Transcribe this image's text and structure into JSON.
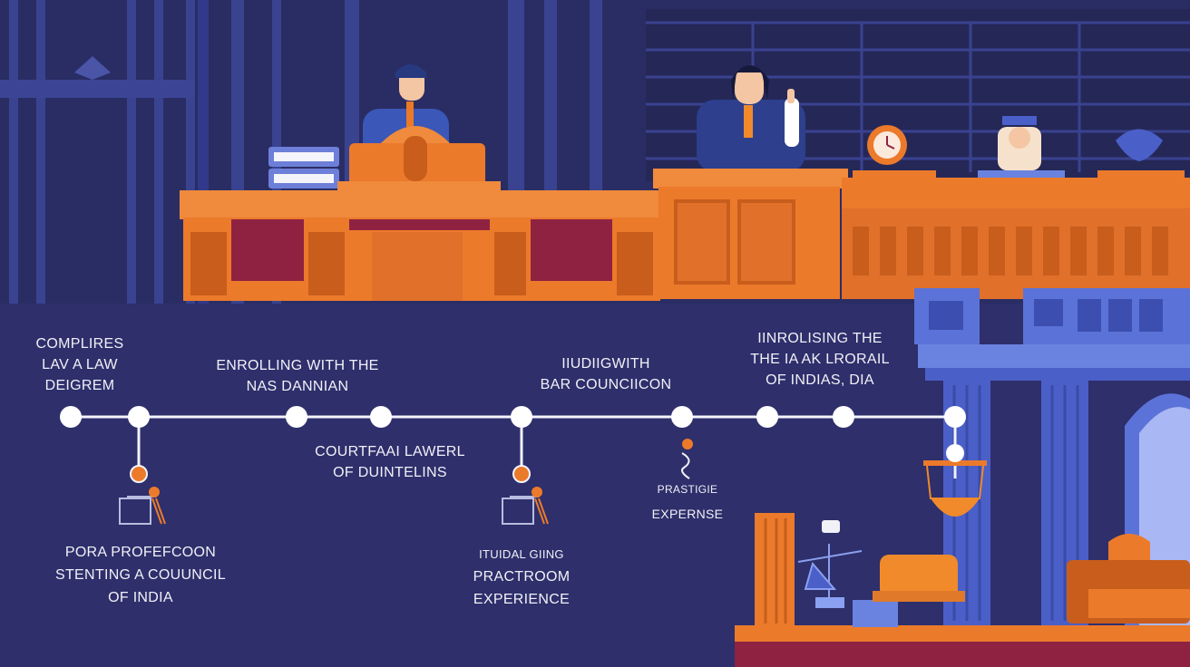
{
  "colors": {
    "background": "#2e2f6b",
    "wall": "#2a2d64",
    "wood_orange": "#ec7a2b",
    "wood_dark": "#c85d1c",
    "maroon": "#8f2241",
    "column_blue": "#4b5fc8",
    "node_white": "#ffffff",
    "text": "#f1f1f7"
  },
  "timeline": {
    "top_labels": [
      {
        "lines": [
          "COMPLIRES",
          "LAV A LAW",
          "DEIGREM"
        ]
      },
      {
        "lines": [
          "ENROLLING WITH THE",
          "NAS DANNIAN"
        ]
      },
      {
        "lines": [
          "IIUDIIGWITH",
          "BAR COUNCIICON"
        ]
      },
      {
        "lines": [
          "IINROLISING THE",
          "THE IA AK LRORAIL",
          "OF INDIAS, DIA"
        ]
      }
    ],
    "middle_labels": [
      {
        "lines": [
          "COURTFAAI LAWERL",
          "OF DUINTELINS"
        ]
      },
      {
        "lines": [
          "PRASTIGIE",
          "EXPERNSE"
        ]
      }
    ],
    "bottom_labels": [
      {
        "lines": [
          "PORA PROFEFCOON",
          "STENTING A COUUNCIL",
          "OF INDIA"
        ]
      },
      {
        "lines": [
          "ITUIDAL GIING",
          "PRACTROOM",
          "EXPERIENCE"
        ]
      }
    ],
    "icons": [
      "gavel-icon",
      "gavel-icon",
      "pen-icon",
      "scales-icon"
    ]
  }
}
